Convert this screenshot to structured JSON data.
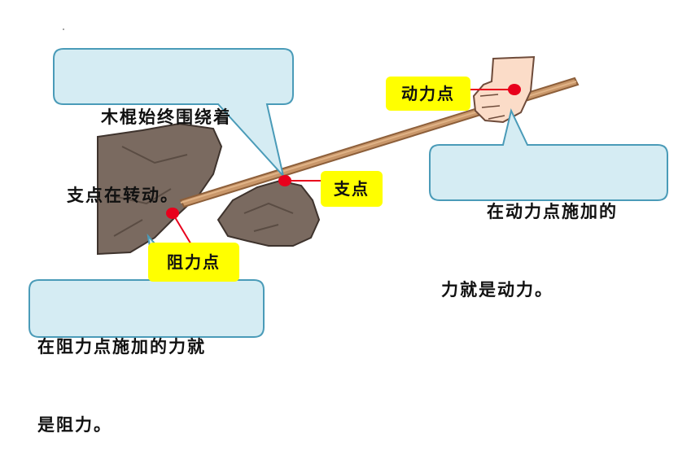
{
  "callouts": {
    "fulcrum_rotation": {
      "line1": "木棍始终围绕着",
      "line2": "支点在转动。"
    },
    "effort_force": {
      "line1": "在动力点施加的",
      "line2": "力就是动力。"
    },
    "resistance_force": {
      "line1": "在阻力点施加的力就",
      "line2": "是阻力。"
    }
  },
  "labels": {
    "effort_point": "动力点",
    "fulcrum": "支点",
    "resistance_point": "阻力点"
  },
  "colors": {
    "callout_fill": "#d5ecf3",
    "callout_border": "#4a9bb8",
    "label_fill": "#ffff00",
    "marker": "#e8001c",
    "stick": "#c9976a",
    "rock": "#7a6a60"
  }
}
